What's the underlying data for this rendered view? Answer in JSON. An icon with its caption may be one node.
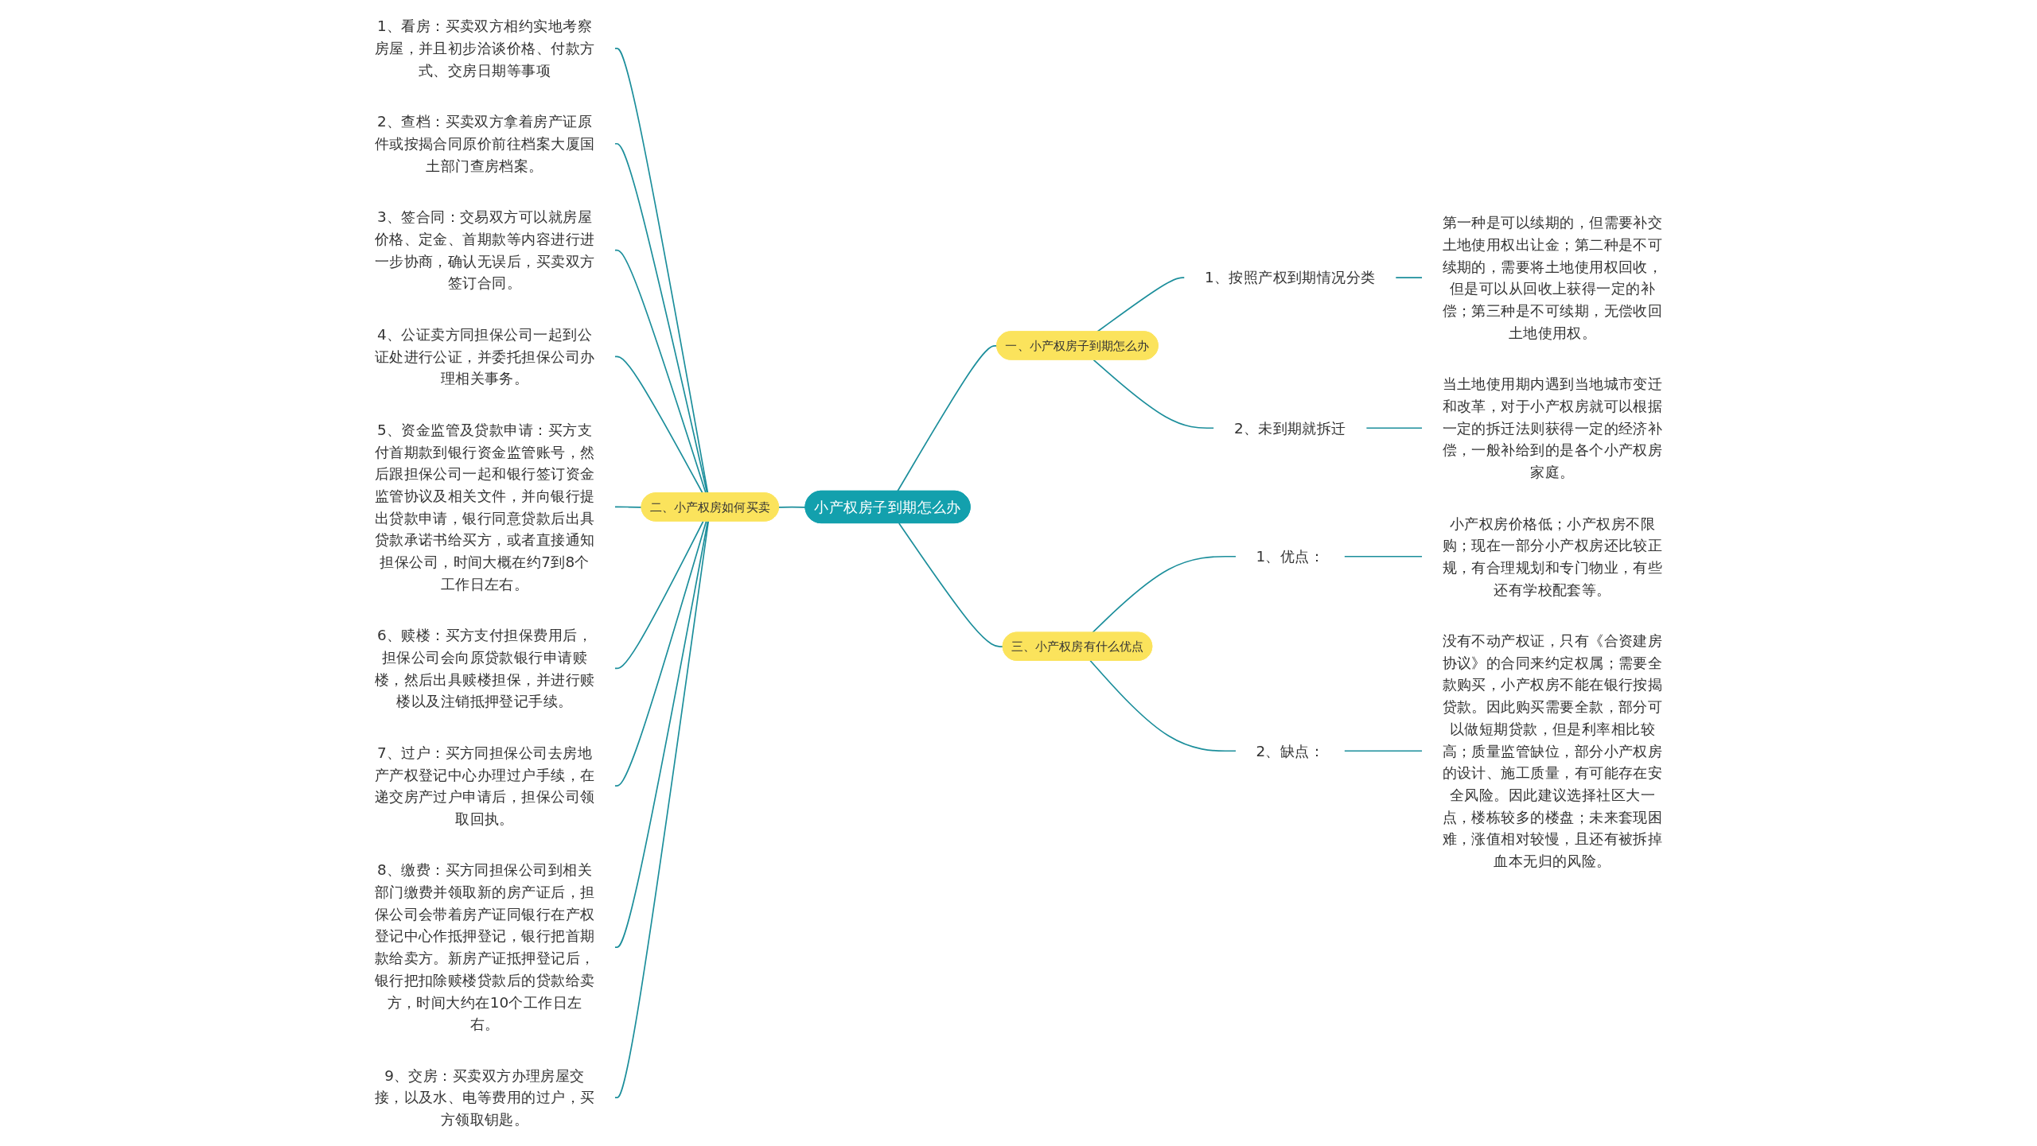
{
  "diagram": {
    "nodes": [
      {
        "text": [
          "小产权房子到期怎么办"
        ]
      },
      {
        "text": [
          "一、小产权房子到期怎么办"
        ]
      },
      {
        "text": [
          "1、按照产权到期情况分类"
        ]
      },
      {
        "text": [
          "第一种是可以续期的，但需要补交土地使用权出让金；第二种是不可续期的，需要将土地使用权回收，但是可以从回收上获得一定的补偿；第三种是不可续期，无偿收回土地使用权。"
        ]
      },
      {
        "text": [
          "2、未到期就拆迁"
        ]
      },
      {
        "text": [
          "当土地使用期内遇到当地城市变迁和改革，对于小产权房就可以根据一定的拆迁法则获得一定的经济补偿，一般补给到的是各个小产权房家庭。"
        ]
      },
      {
        "text": [
          "二、小产权房如何买卖"
        ]
      },
      {
        "text": [
          "1、看房：买卖双方相约实地考察房屋，并且初步洽谈价格、付款方式、交房日期等事项"
        ]
      },
      {
        "text": [
          "2、查档：买卖双方拿着房产证原件或按揭合同原价前往档案大厦国土部门查房档案。"
        ]
      },
      {
        "text": [
          "3、签合同：交易双方可以就房屋价格、定金、首期款等内容进行进一步协商，确认无误后，买卖双方签订合同。"
        ]
      },
      {
        "text": [
          "4、公证卖方同担保公司一起到公证处进行公证，并委托担保公司办理相关事务。"
        ]
      },
      {
        "text": [
          "5、资金监管及贷款申请：买方支付首期款到银行资金监管账号，然后跟担保公司一起和银行签订资金监管协议及相关文件，并向银行提出贷款申请，银行同意贷款后出具贷款承诺书给买方，或者直接通知担保公司，时间大概在约7到8个工作日左右。"
        ]
      },
      {
        "text": [
          "6、赎楼：买方支付担保费用后，担保公司会向原贷款银行申请赎楼，然后出具赎楼担保，并进行赎楼以及注销抵押登记手续。"
        ]
      },
      {
        "text": [
          "7、过户：买方同担保公司去房地产产权登记中心办理过户手续，在递交房产过户申请后，担保公司领取回执。"
        ]
      },
      {
        "text": [
          "8、缴费：买方同担保公司到相关部门缴费并领取新的房产证后，担保公司会带着房产证同银行在产权登记中心作抵押登记，银行把首期款给卖方。新房产证抵押登记后，银行把扣除赎楼贷款后的贷款给卖方，时间大约在10个工作日左右。"
        ]
      },
      {
        "text": [
          "9、交房：买卖双方办理房屋交接，以及水、电等费用的过户，买方领取钥匙。"
        ]
      },
      {
        "text": [
          "三、小产权房有什么优点"
        ]
      },
      {
        "text": [
          "1、优点："
        ]
      },
      {
        "text": [
          "小产权房价格低；小产权房不限购；现在一部分小产权房还比较正规，有合理规划和专门物业，有些还有学校配套等。"
        ]
      },
      {
        "text": [
          "2、缺点："
        ]
      },
      {
        "text": [
          "没有不动产权证，只有《合资建房协议》的合同来约定权属；需要全款购买，小产权房不能在银行按揭贷款。因此购买需要全款，部分可以做短期贷款，但是利率相比较高；质量监管缺位，部分小产权房的设计、施工质量，有可能存在安全风险。因此建议选择社区大一点，楼栋较多的楼盘；未来套现困难，涨值相对较慢，且还有被拆掉血本无归的风险。"
        ]
      }
    ],
    "edges": [
      {
        "from": 0,
        "to": 1,
        "arrow": "none"
      },
      {
        "from": 1,
        "to": 2,
        "arrow": "none"
      },
      {
        "from": 2,
        "to": 3,
        "arrow": "none"
      },
      {
        "from": 1,
        "to": 4,
        "arrow": "none"
      },
      {
        "from": 4,
        "to": 5,
        "arrow": "none"
      },
      {
        "from": 6,
        "to": 0,
        "arrow": "none"
      },
      {
        "from": 7,
        "to": 6,
        "arrow": "none"
      },
      {
        "from": 8,
        "to": 6,
        "arrow": "none"
      },
      {
        "from": 9,
        "to": 6,
        "arrow": "none"
      },
      {
        "from": 10,
        "to": 6,
        "arrow": "none"
      },
      {
        "from": 11,
        "to": 6,
        "arrow": "none"
      },
      {
        "from": 12,
        "to": 6,
        "arrow": "none"
      },
      {
        "from": 13,
        "to": 6,
        "arrow": "none"
      },
      {
        "from": 14,
        "to": 6,
        "arrow": "none"
      },
      {
        "from": 15,
        "to": 6,
        "arrow": "none"
      },
      {
        "from": 0,
        "to": 16,
        "arrow": "none"
      },
      {
        "from": 16,
        "to": 17,
        "arrow": "none"
      },
      {
        "from": 17,
        "to": 18,
        "arrow": "none"
      },
      {
        "from": 16,
        "to": 19,
        "arrow": "none"
      },
      {
        "from": 19,
        "to": 20,
        "arrow": "none"
      }
    ]
  }
}
